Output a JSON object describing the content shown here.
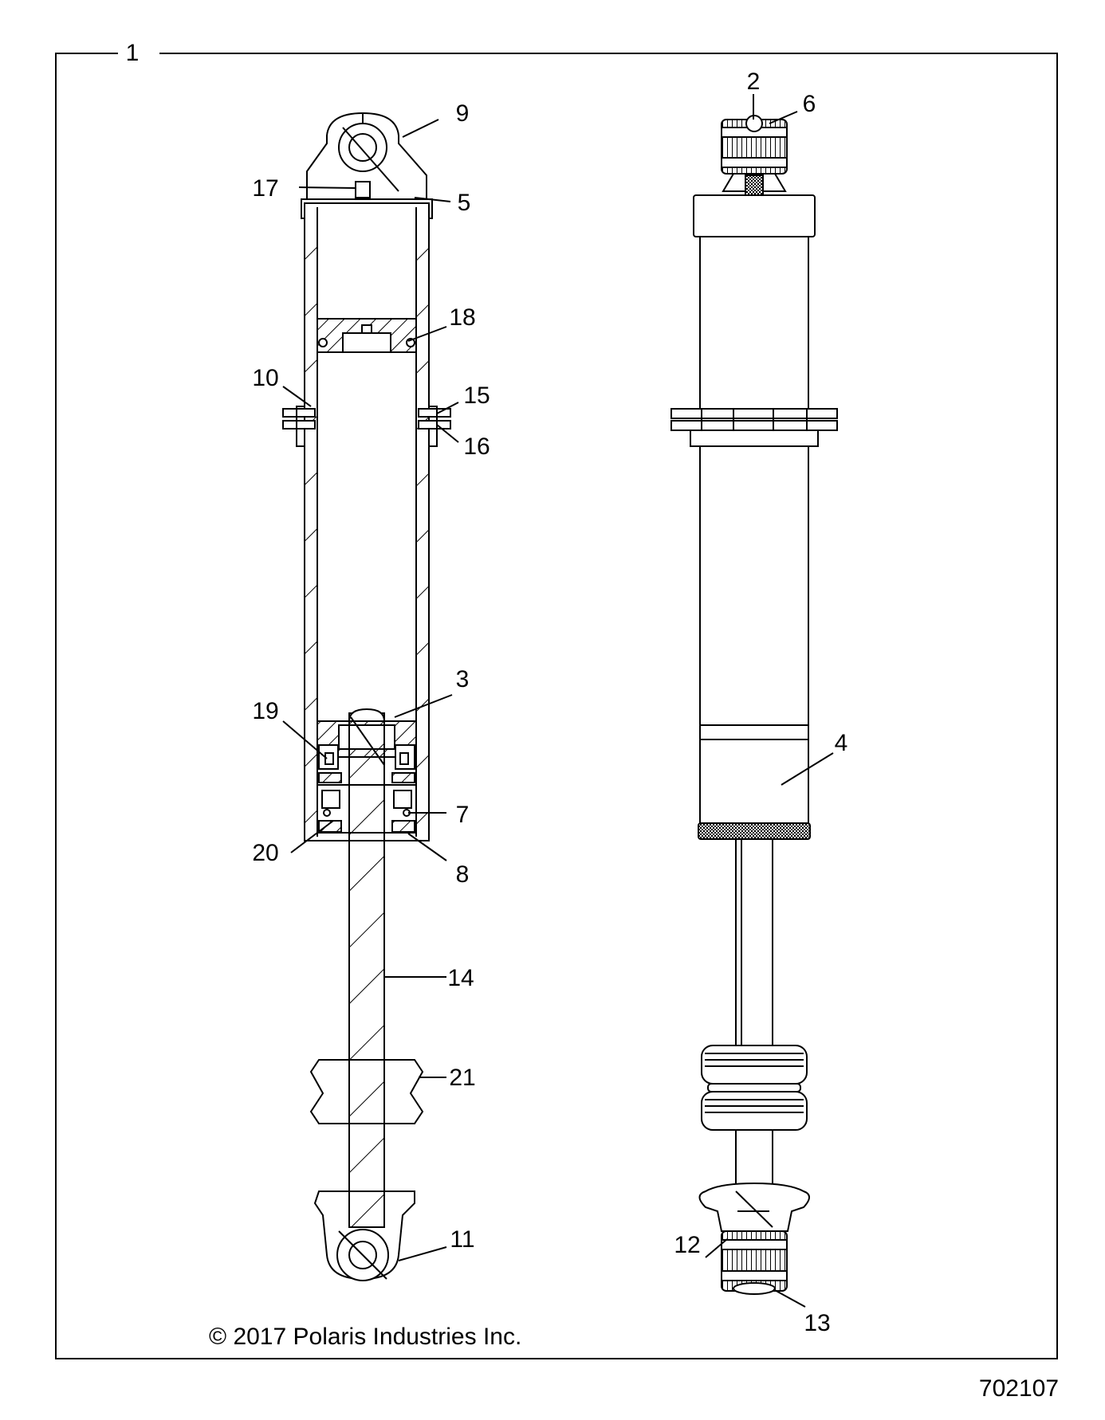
{
  "figure": {
    "assembly_label": "1",
    "copyright": "© 2017 Polaris Industries Inc.",
    "drawing_number": "702107"
  },
  "callouts": [
    {
      "id": "c2",
      "text": "2"
    },
    {
      "id": "c3",
      "text": "3"
    },
    {
      "id": "c4",
      "text": "4"
    },
    {
      "id": "c5",
      "text": "5"
    },
    {
      "id": "c6",
      "text": "6"
    },
    {
      "id": "c7",
      "text": "7"
    },
    {
      "id": "c8",
      "text": "8"
    },
    {
      "id": "c9",
      "text": "9"
    },
    {
      "id": "c10",
      "text": "10"
    },
    {
      "id": "c11",
      "text": "11"
    },
    {
      "id": "c12",
      "text": "12"
    },
    {
      "id": "c13",
      "text": "13"
    },
    {
      "id": "c14",
      "text": "14"
    },
    {
      "id": "c15",
      "text": "15"
    },
    {
      "id": "c16",
      "text": "16"
    },
    {
      "id": "c17",
      "text": "17"
    },
    {
      "id": "c18",
      "text": "18"
    },
    {
      "id": "c19",
      "text": "19"
    },
    {
      "id": "c20",
      "text": "20"
    },
    {
      "id": "c21",
      "text": "21"
    }
  ]
}
